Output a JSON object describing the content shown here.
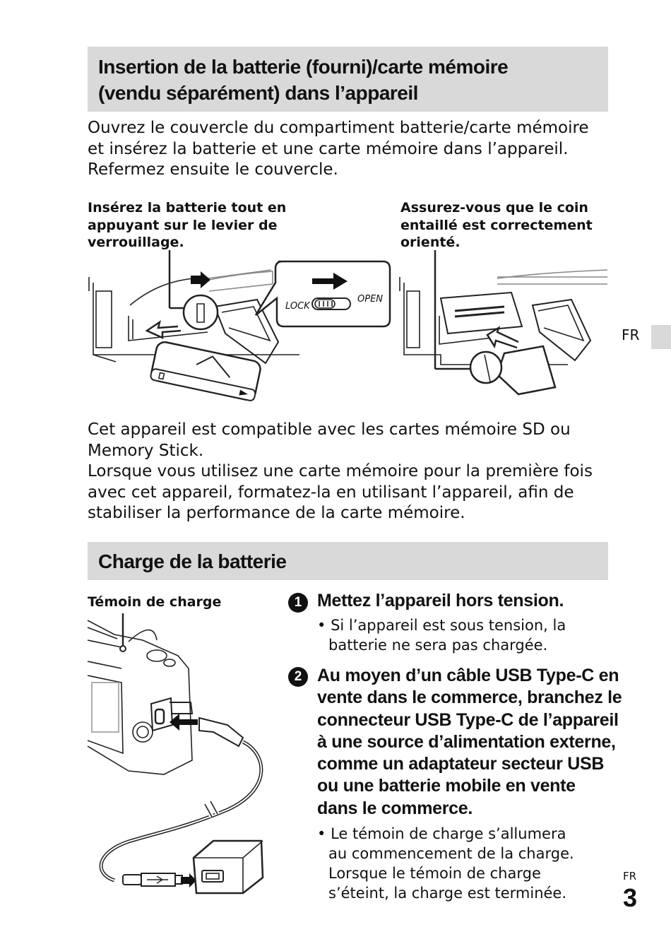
{
  "section1": {
    "title_line1": "Insertion de la batterie (fourni)/carte mémoire",
    "title_line2": "(vendu séparément) dans l’appareil",
    "intro": [
      "Ouvrez le couvercle du compartiment batterie/carte mémoire",
      "et insérez la batterie et une carte mémoire dans l’appareil.",
      "Refermez ensuite le couvercle."
    ],
    "callout_left": [
      "Insérez la batterie tout en",
      "appuyant sur le levier de",
      "verrouillage."
    ],
    "callout_right": [
      "Assurez-vous que le coin",
      "entaillé est correctement",
      "orienté."
    ],
    "lock_label": "LOCK",
    "open_label": "OPEN",
    "note": [
      "Cet appareil est compatible avec les cartes mémoire SD ou",
      "Memory Stick.",
      "Lorsque vous utilisez une carte mémoire pour la première fois",
      "avec cet appareil, formatez-la en utilisant l’appareil, afin de",
      "stabiliser la performance de la carte mémoire."
    ]
  },
  "side_tab_label": "FR",
  "section2": {
    "title": "Charge de la batterie",
    "charge_lamp_label": "Témoin de charge",
    "steps": [
      {
        "num": "1",
        "title_lines": [
          "Mettez l’appareil hors tension."
        ],
        "bullet_lines": [
          "Si l’appareil est sous tension, la",
          "batterie ne sera pas chargée."
        ]
      },
      {
        "num": "2",
        "title_lines": [
          "Au moyen d’un câble USB Type-C en",
          "vente dans le commerce, branchez le",
          "connecteur USB Type-C de l’appareil",
          "à une source d’alimentation externe,",
          "comme un adaptateur secteur USB",
          "ou une batterie mobile en vente",
          "dans le commerce."
        ],
        "bullet_lines": [
          "Le témoin de charge s’allumera",
          "au commencement de la charge.",
          "Lorsque le témoin de charge",
          "s’éteint, la charge est terminée."
        ]
      }
    ]
  },
  "footer": {
    "lang": "FR",
    "page": "3"
  }
}
